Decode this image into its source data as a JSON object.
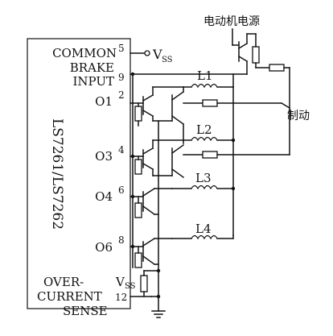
{
  "chip": {
    "name": "LS7261/LS7262",
    "pins": {
      "common": "COMMON",
      "common_num": "5",
      "brake": "BRAKE",
      "input": "INPUT",
      "brake_num": "9",
      "o1": "O1",
      "o1_num": "2",
      "o3": "O3",
      "o3_num": "4",
      "o4": "O4",
      "o4_num": "6",
      "o6": "O6",
      "o6_num": "8",
      "over": "OVER-",
      "current": "CURRENT",
      "sense": "SENSE",
      "sense_num": "12"
    }
  },
  "labels": {
    "vss_top": "V",
    "vss_top_sub": "SS",
    "vss_bottom": "V",
    "vss_bottom_sub": "SS",
    "motor_power": "电动机电源",
    "brake_cn": "制动",
    "coil_1": "L1",
    "coil_2": "L2",
    "coil_3": "L3",
    "coil_4": "L4"
  }
}
